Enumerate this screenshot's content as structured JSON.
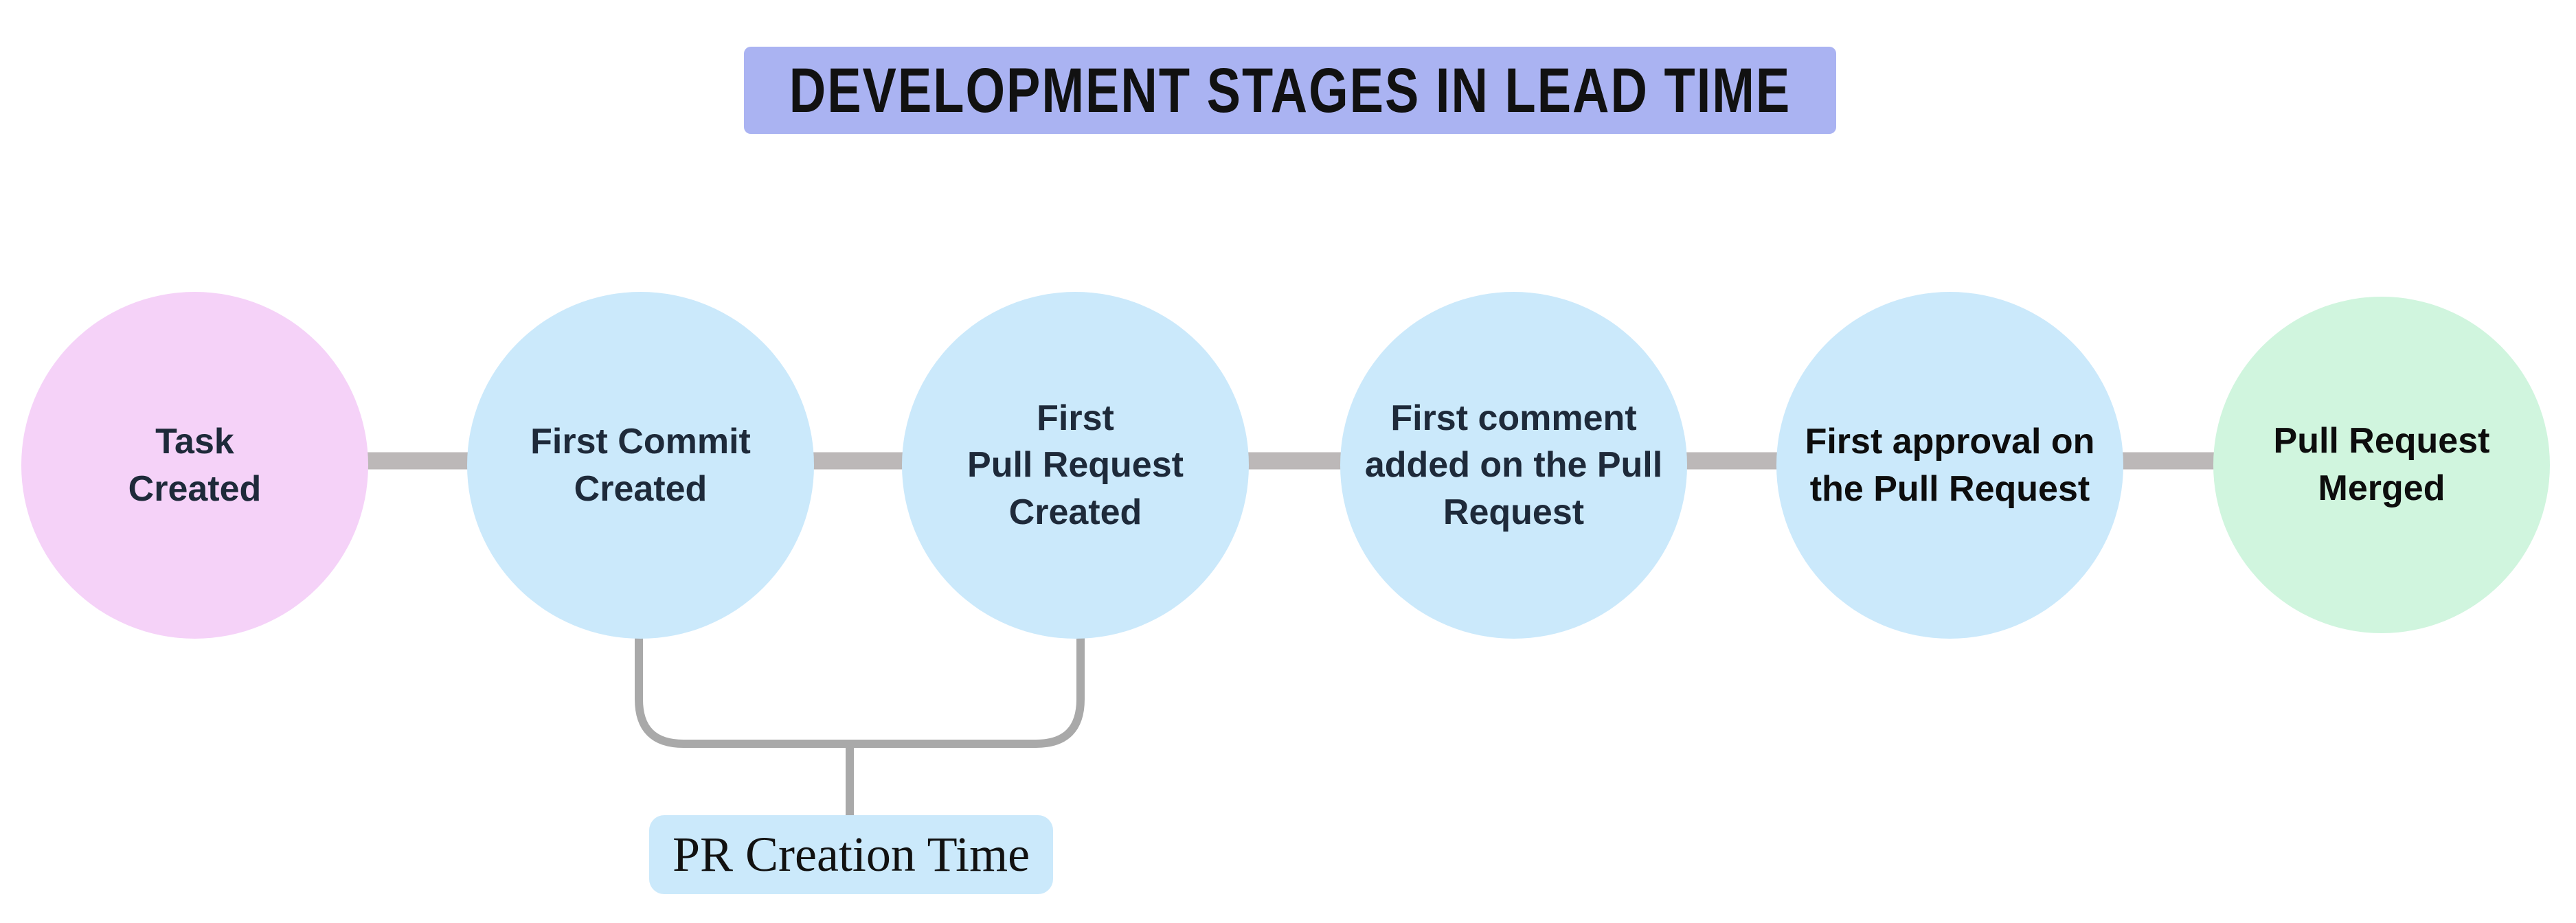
{
  "title": {
    "text": "DEVELOPMENT STAGES IN LEAD TIME",
    "bg_color": "#aab3f2",
    "text_color": "#111111"
  },
  "stages": [
    {
      "label": "Task\nCreated",
      "fill": "#f5d2f8",
      "text_color": "#1e2a3a"
    },
    {
      "label": "First Commit\nCreated",
      "fill": "#cbe9fb",
      "text_color": "#1e2a3a"
    },
    {
      "label": "First\nPull Request\nCreated",
      "fill": "#cbe9fb",
      "text_color": "#1e2a3a"
    },
    {
      "label": "First comment\nadded on the Pull\nRequest",
      "fill": "#cbe9fb",
      "text_color": "#1e2a3a"
    },
    {
      "label": "First approval on\nthe Pull Request",
      "fill": "#cbe9fb",
      "text_color": "#0d0d0d"
    },
    {
      "label": "Pull Request\nMerged",
      "fill": "#d0f5de",
      "text_color": "#0d0d0d"
    }
  ],
  "bracket_annotation": {
    "label": "PR Creation Time",
    "bg_color": "#cbe9fb",
    "text_color": "#111111",
    "connects": [
      "First Commit Created",
      "First Pull Request Created"
    ]
  },
  "connector": {
    "color": "#bcb8b8"
  },
  "bracket": {
    "color": "#a9a9a9"
  }
}
